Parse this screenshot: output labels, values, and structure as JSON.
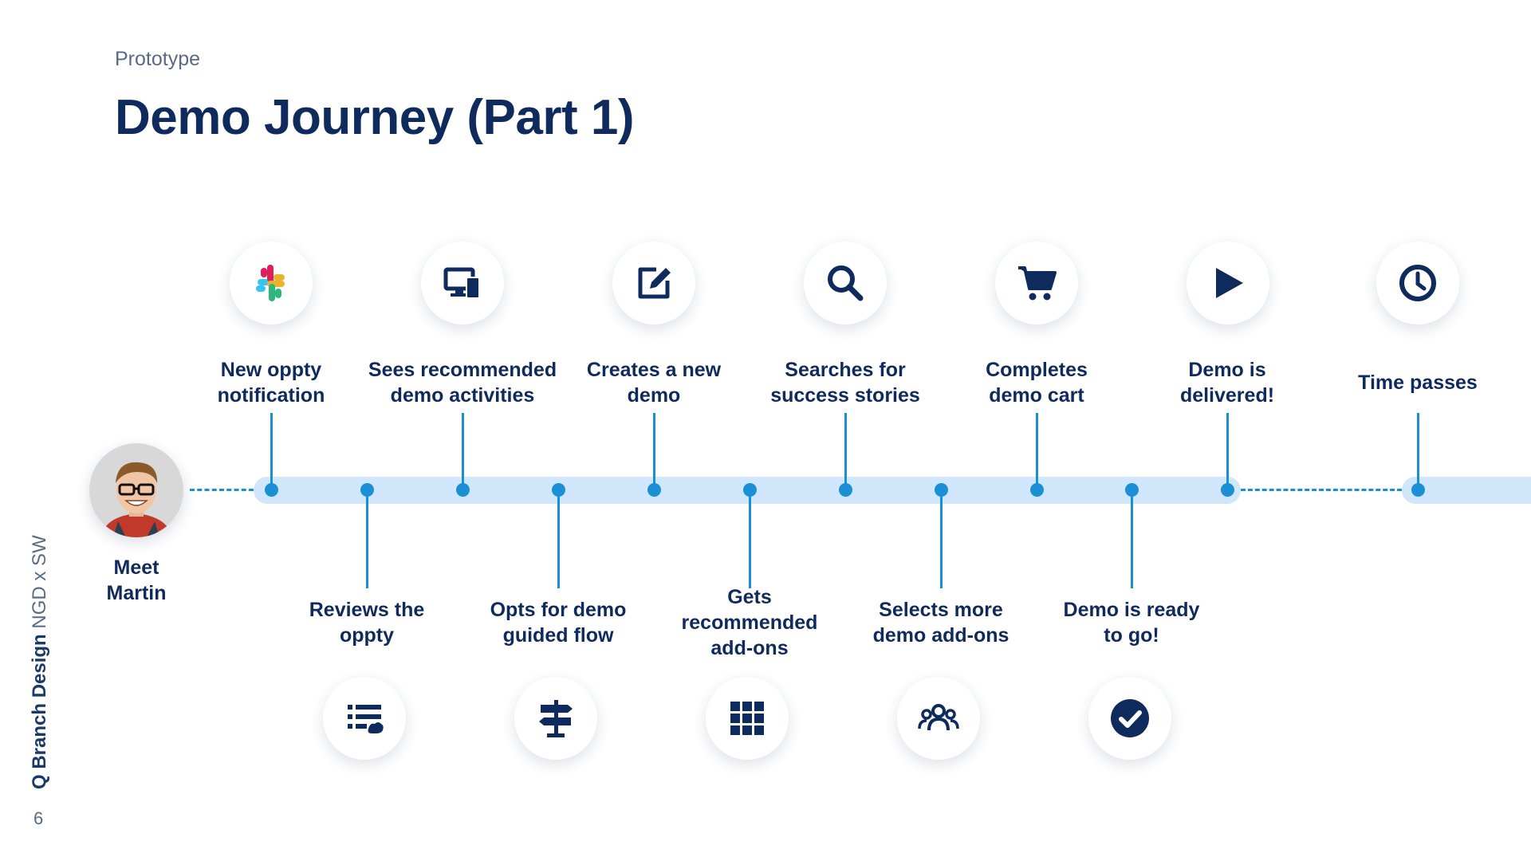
{
  "header": {
    "eyebrow": "Prototype",
    "title": "Demo Journey (Part 1)"
  },
  "brand": {
    "strong": "Q Branch Design",
    "light": "NGD x SW",
    "page_number": "6"
  },
  "persona": {
    "line1": "Meet",
    "line2": "Martin"
  },
  "steps_top": [
    {
      "line1": "New oppty",
      "line2": "notification",
      "icon": "slack-icon"
    },
    {
      "line1": "Sees recommended",
      "line2": "demo activities",
      "icon": "devices-icon"
    },
    {
      "line1": "Creates a new",
      "line2": "demo",
      "icon": "edit-icon"
    },
    {
      "line1": "Searches for",
      "line2": "success stories",
      "icon": "search-icon"
    },
    {
      "line1": "Completes",
      "line2": "demo cart",
      "icon": "cart-icon"
    },
    {
      "line1": "Demo is",
      "line2": "delivered!",
      "icon": "play-icon"
    },
    {
      "line1": "Time passes",
      "line2": "",
      "icon": "clock-icon"
    }
  ],
  "steps_bottom": [
    {
      "line1": "Reviews the",
      "line2": "oppty",
      "line3": "",
      "icon": "checklist-icon"
    },
    {
      "line1": "Opts for demo",
      "line2": "guided flow",
      "line3": "",
      "icon": "signpost-icon"
    },
    {
      "line1": "Gets",
      "line2": "recommended",
      "line3": "add-ons",
      "icon": "grid-icon"
    },
    {
      "line1": "Selects more",
      "line2": "demo add-ons",
      "line3": "",
      "icon": "users-icon"
    },
    {
      "line1": "Demo is ready",
      "line2": "to go!",
      "line3": "",
      "icon": "check-circle-icon"
    }
  ],
  "colors": {
    "navy": "#0f2a5c",
    "accent": "#1a8fd6",
    "track": "#cfe6fb"
  }
}
